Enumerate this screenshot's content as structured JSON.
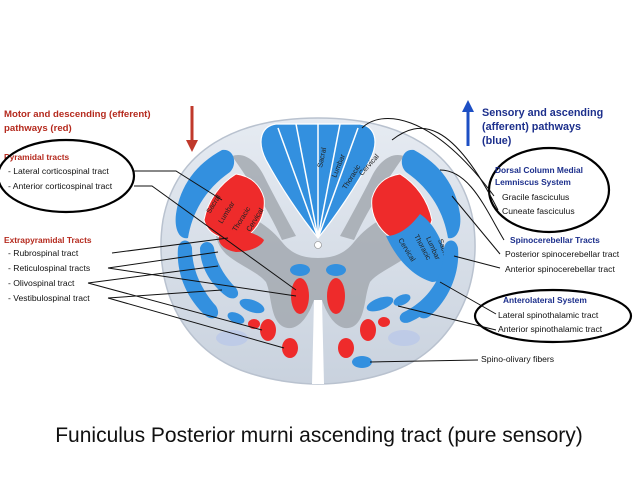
{
  "motor": {
    "title_line1": "Motor and descending (efferent)",
    "title_line2": "pathways   (red)",
    "pyramidal": {
      "heading": "Pyramidal tracts",
      "items": [
        "- Lateral corticospinal tract",
        "- Anterior corticospinal tract"
      ]
    },
    "extrapyramidal": {
      "heading": "Extrapyramidal Tracts",
      "items": [
        "- Rubrospinal tract",
        "- Reticulospinal tracts",
        "- Olivospinal tract",
        "- Vestibulospinal tract"
      ]
    }
  },
  "sensory": {
    "title_line1": "Sensory and ascending",
    "title_line2": "(afferent) pathways",
    "title_line3": "(blue)",
    "dorsal": {
      "heading_line1": "Dorsal Column Medial",
      "heading_line2": "Lemniscus System",
      "items": [
        "Gracile fasciculus",
        "Cuneate fasciculus"
      ]
    },
    "spinocerebellar": {
      "heading": "Spinocerebellar Tracts",
      "items": [
        "Posterior spinocerebellar tract",
        "Anterior spinocerebellar tract"
      ]
    },
    "anterolateral": {
      "heading": "Anterolateral System",
      "items": [
        "Lateral spinothalamic tract",
        "Anterior spinothalamic tract"
      ]
    },
    "spino_olivary": "Spino-olivary fibers"
  },
  "segments": [
    "Sacral",
    "Lumbar",
    "Thoracic",
    "Cervical"
  ],
  "caption": "Funiculus Posterior murni ascending tract (pure sensory)",
  "colors": {
    "motor": "#ee2b2b",
    "sensory": "#2f8fde",
    "grey_matter": "#9aa0a6",
    "white_matter": "#d7dde6",
    "annotation_ring": "#000000"
  }
}
